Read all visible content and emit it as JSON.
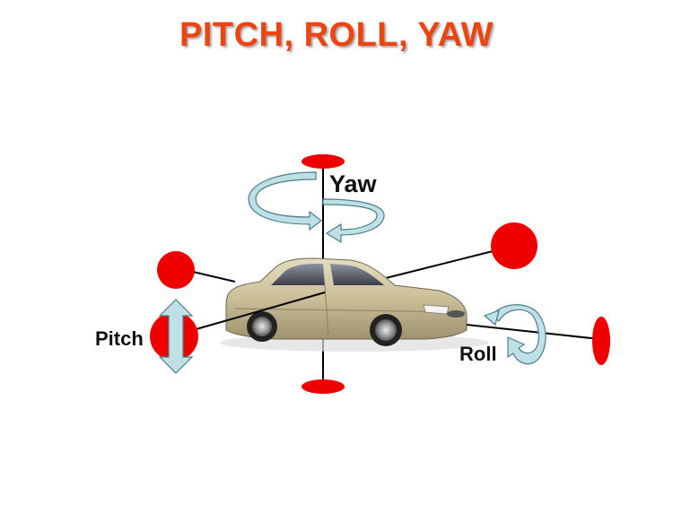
{
  "title": "PITCH, ROLL, YAW",
  "labels": {
    "yaw": "Yaw",
    "pitch": "Pitch",
    "roll": "Roll"
  },
  "colors": {
    "title": "#ee4411",
    "marker": "#ee0000",
    "arrow_fill": "#bfe0e6",
    "arrow_stroke": "#4a7f8a",
    "car_body": "#cbbf98",
    "axis": "#000000"
  },
  "icons": [
    "car-image",
    "yaw-rotation-arrow",
    "pitch-rotation-arrow",
    "roll-rotation-arrow"
  ]
}
